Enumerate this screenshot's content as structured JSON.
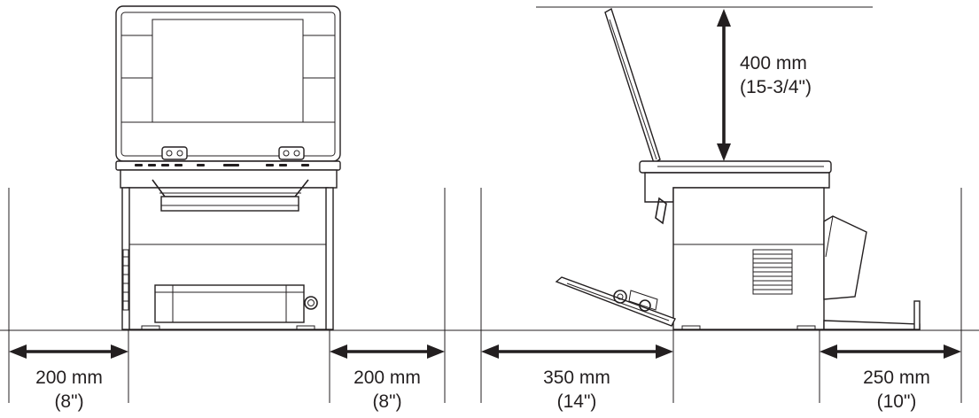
{
  "clearances": {
    "front_left": {
      "mm": "200 mm",
      "inch": "(8\")"
    },
    "front_right": {
      "mm": "200 mm",
      "inch": "(8\")"
    },
    "side_left": {
      "mm": "350 mm",
      "inch": "(14\")"
    },
    "side_right": {
      "mm": "250 mm",
      "inch": "(10\")"
    },
    "top": {
      "mm": "400 mm",
      "inch": "(15-3/4\")"
    }
  },
  "colors": {
    "line": "#231f20",
    "background": "#ffffff"
  },
  "icons": [
    "dimension-arrow",
    "printer-front-view",
    "printer-side-view"
  ]
}
